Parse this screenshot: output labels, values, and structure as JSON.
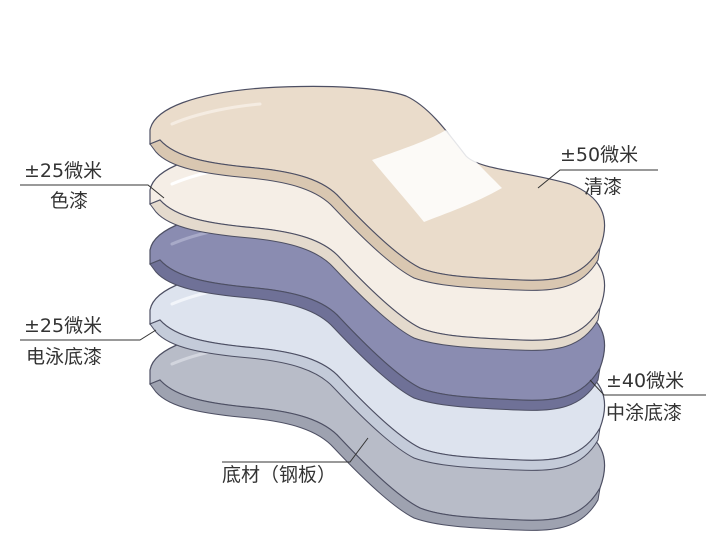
{
  "colors": {
    "clear_coat": "#eadccb",
    "color_coat": "#f5eee6",
    "mid_coat": "#8a8cb1",
    "ed_primer": "#dde3ee",
    "substrate": "#b8bcc8",
    "outline": "#4d4f63",
    "leader": "#333333"
  },
  "layers": [
    {
      "name": "clear_coat",
      "thickness": "±50微米",
      "label": "清漆"
    },
    {
      "name": "color_coat",
      "thickness": "±25微米",
      "label": "色漆"
    },
    {
      "name": "mid_coat",
      "thickness": "±40微米",
      "label": "中涂底漆"
    },
    {
      "name": "ed_primer",
      "thickness": "±25微米",
      "label": "电泳底漆"
    },
    {
      "name": "substrate",
      "label": "底材（钢板）"
    }
  ]
}
